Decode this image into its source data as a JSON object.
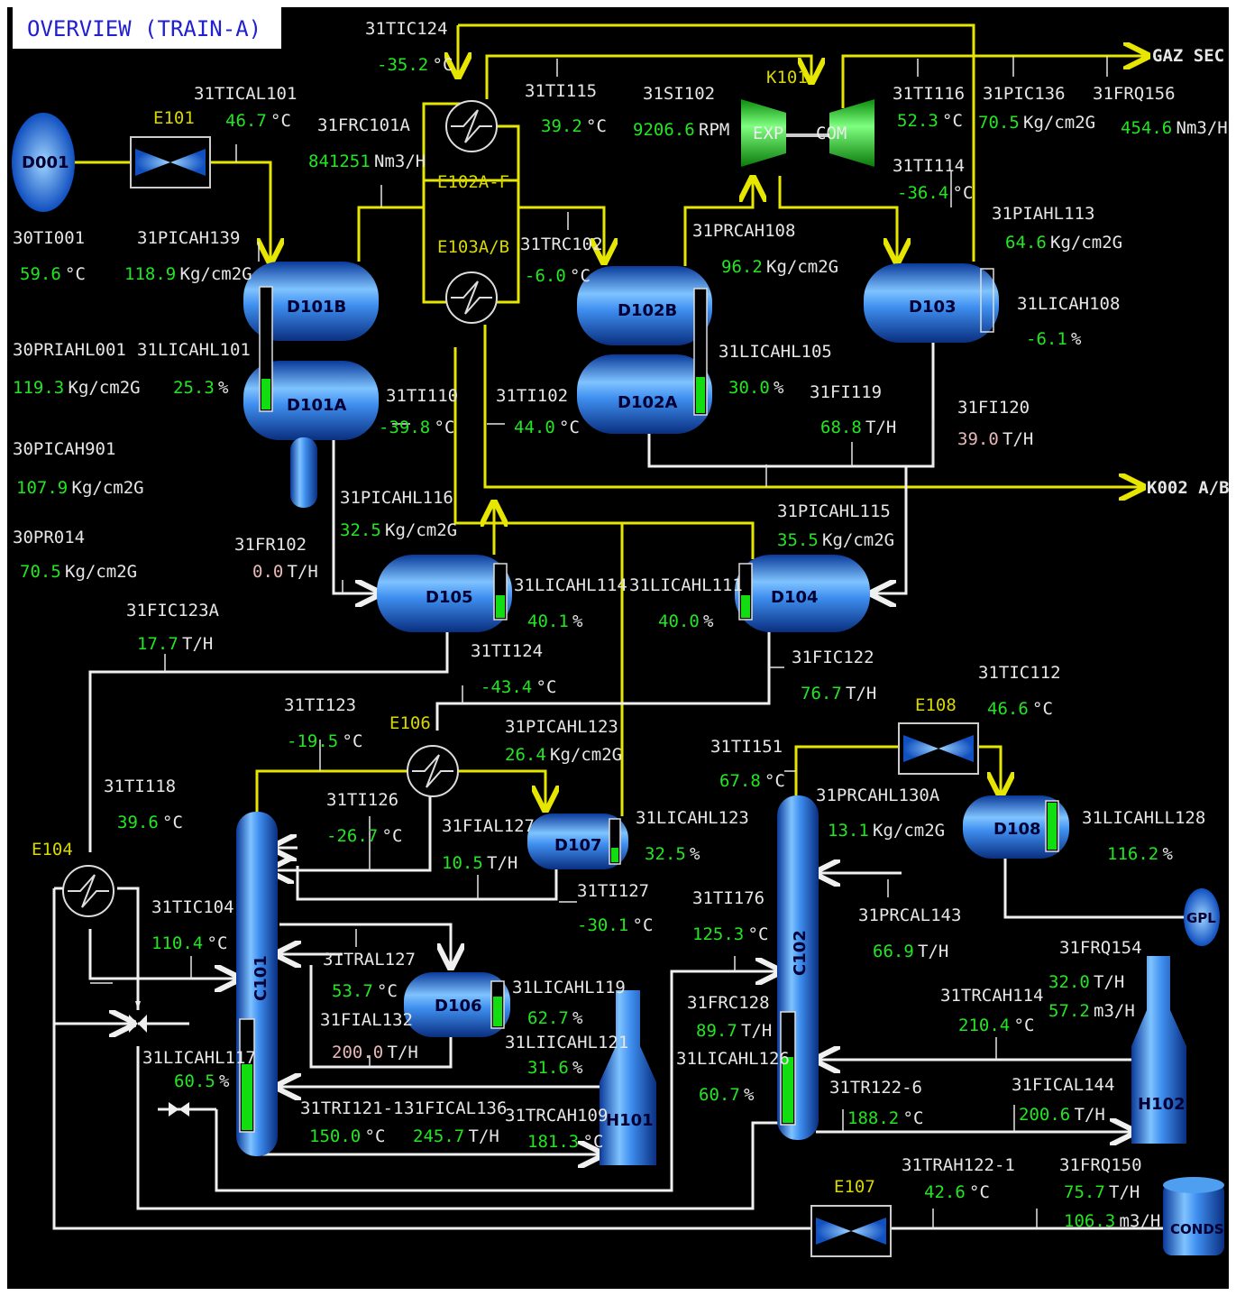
{
  "title": "OVERVIEW (TRAIN-A)",
  "equipment": {
    "D001": "D001",
    "E101": "E101",
    "D101B": "D101B",
    "D101A": "D101A",
    "E102": "E102A-F",
    "E103": "E103A/B",
    "D102B": "D102B",
    "D102A": "D102A",
    "K101": "K101",
    "EXP": "EXP",
    "COM": "COM",
    "D103": "D103",
    "D105": "D105",
    "D104": "D104",
    "E106": "E106",
    "D107": "D107",
    "E104": "E104",
    "C101": "C101",
    "D106": "D106",
    "H101": "H101",
    "E108": "E108",
    "D108": "D108",
    "C102": "C102",
    "GPL": "GPL",
    "H102": "H102",
    "E107": "E107",
    "CONDS": "CONDS"
  },
  "outlets": {
    "gaz_sec": "GAZ SEC",
    "k002": "K002 A/B"
  },
  "tags": {
    "ti124": {
      "tag": "31TIC124",
      "value": "-35.2",
      "unit": "°C"
    },
    "tical101": {
      "tag": "31TICAL101",
      "value": "46.7",
      "unit": "°C"
    },
    "frc101a": {
      "tag": "31FRC101A",
      "value": "841251",
      "unit": "Nm3/H"
    },
    "ti115": {
      "tag": "31TI115",
      "value": "39.2",
      "unit": "°C"
    },
    "si102": {
      "tag": "31SI102",
      "value": "9206.6",
      "unit": "RPM"
    },
    "ti116": {
      "tag": "31TI116",
      "value": "52.3",
      "unit": "°C"
    },
    "pic136": {
      "tag": "31PIC136",
      "value": "70.5",
      "unit": "Kg/cm2G"
    },
    "frq156": {
      "tag": "31FRQ156",
      "value": "454.6",
      "unit": "Nm3/H"
    },
    "ti114": {
      "tag": "31TI114",
      "value": "-36.4",
      "unit": "°C"
    },
    "ti001": {
      "tag": "30TI001",
      "value": "59.6",
      "unit": "°C"
    },
    "picah139": {
      "tag": "31PICAH139",
      "value": "118.9",
      "unit": "Kg/cm2G"
    },
    "trc102": {
      "tag": "31TRC102",
      "value": "-6.0",
      "unit": "°C"
    },
    "prcah108": {
      "tag": "31PRCAH108",
      "value": "96.2",
      "unit": "Kg/cm2G"
    },
    "piahl113": {
      "tag": "31PIAHL113",
      "value": "64.6",
      "unit": "Kg/cm2G"
    },
    "licah108": {
      "tag": "31LICAH108",
      "value": "-6.1",
      "unit": "%"
    },
    "priahl001": {
      "tag": "30PRIAHL001",
      "value": "119.3",
      "unit": "Kg/cm2G"
    },
    "licahl101": {
      "tag": "31LICAHL101",
      "value": "25.3",
      "unit": "%"
    },
    "licahl105": {
      "tag": "31LICAHL105",
      "value": "30.0",
      "unit": "%"
    },
    "ti110": {
      "tag": "31TI110",
      "value": "-39.8",
      "unit": "°C"
    },
    "ti102": {
      "tag": "31TI102",
      "value": "44.0",
      "unit": "°C"
    },
    "fi119": {
      "tag": "31FI119",
      "value": "68.8",
      "unit": "T/H"
    },
    "fi120": {
      "tag": "31FI120",
      "value": "39.0",
      "unit": "T/H"
    },
    "picah901": {
      "tag": "30PICAH901",
      "value": "107.9",
      "unit": "Kg/cm2G"
    },
    "picahl116": {
      "tag": "31PICAHL116",
      "value": "32.5",
      "unit": "Kg/cm2G"
    },
    "picahl115": {
      "tag": "31PICAHL115",
      "value": "35.5",
      "unit": "Kg/cm2G"
    },
    "pr014": {
      "tag": "30PR014",
      "value": "70.5",
      "unit": "Kg/cm2G"
    },
    "fr102": {
      "tag": "31FR102",
      "value": "0.0",
      "unit": "T/H"
    },
    "licahl114": {
      "tag": "31LICAHL114",
      "value": "40.1",
      "unit": "%"
    },
    "licahl111": {
      "tag": "31LICAHL111",
      "value": "40.0",
      "unit": "%"
    },
    "fic123a": {
      "tag": "31FIC123A",
      "value": "17.7",
      "unit": "T/H"
    },
    "ti124b": {
      "tag": "31TI124",
      "value": "-43.4",
      "unit": "°C"
    },
    "fic122": {
      "tag": "31FIC122",
      "value": "76.7",
      "unit": "T/H"
    },
    "ti123": {
      "tag": "31TI123",
      "value": "-19.5",
      "unit": "°C"
    },
    "picahl123": {
      "tag": "31PICAHL123",
      "value": "26.4",
      "unit": "Kg/cm2G"
    },
    "tic112": {
      "tag": "31TIC112",
      "value": "46.6",
      "unit": "°C"
    },
    "ti151": {
      "tag": "31TI151",
      "value": "67.8",
      "unit": "°C"
    },
    "ti118": {
      "tag": "31TI118",
      "value": "39.6",
      "unit": "°C"
    },
    "ti126": {
      "tag": "31TI126",
      "value": "-26.7",
      "unit": "°C"
    },
    "fial127": {
      "tag": "31FIAL127",
      "value": "10.5",
      "unit": "T/H"
    },
    "licahl123": {
      "tag": "31LICAHL123",
      "value": "32.5",
      "unit": "%"
    },
    "prcahl130a": {
      "tag": "31PRCAHL130A",
      "value": "13.1",
      "unit": "Kg/cm2G"
    },
    "licahll128": {
      "tag": "31LICAHLL128",
      "value": "116.2",
      "unit": "%"
    },
    "ti127": {
      "tag": "31TI127",
      "value": "-30.1",
      "unit": "°C"
    },
    "tic104": {
      "tag": "31TIC104",
      "value": "110.4",
      "unit": "°C"
    },
    "ti176": {
      "tag": "31TI176",
      "value": "125.3",
      "unit": "°C"
    },
    "prcal143": {
      "tag": "31PRCAL143",
      "value": "66.9",
      "unit": "T/H"
    },
    "trahl127": {
      "tag": "31TRAL127",
      "value": "53.7",
      "unit": "°C"
    },
    "licahl119": {
      "tag": "31LICAHL119",
      "value": "62.7",
      "unit": "%"
    },
    "frq154": {
      "tag": "31FRQ154",
      "value": "32.0",
      "unit": "T/H",
      "value2": "57.2",
      "unit2": "m3/H"
    },
    "fial132": {
      "tag": "31FIAL132",
      "value": "200.0",
      "unit": "T/H"
    },
    "frc128": {
      "tag": "31FRC128",
      "value": "89.7",
      "unit": "T/H"
    },
    "trcah114": {
      "tag": "31TRCAH114",
      "value": "210.4",
      "unit": "°C"
    },
    "licahl121": {
      "tag": "31LIICAHL121",
      "value": "31.6",
      "unit": "%"
    },
    "licahl126": {
      "tag": "31LICAHL126",
      "value": "60.7",
      "unit": "%"
    },
    "licahl117": {
      "tag": "31LICAHL117",
      "value": "60.5",
      "unit": "%"
    },
    "tr122_6": {
      "tag": "31TR122-6",
      "value": "188.2",
      "unit": "°C"
    },
    "fical144": {
      "tag": "31FICAL144",
      "value": "200.6",
      "unit": "T/H"
    },
    "tri121_1": {
      "tag": "31TRI121-1",
      "value": "150.0",
      "unit": "°C"
    },
    "fical136": {
      "tag": "31FICAL136",
      "value": "245.7",
      "unit": "T/H"
    },
    "trcah109": {
      "tag": "31TRCAH109",
      "value": "181.3",
      "unit": "°C"
    },
    "trah122_1": {
      "tag": "31TRAH122-1",
      "value": "42.6",
      "unit": "°C"
    },
    "frq150": {
      "tag": "31FRQ150",
      "value": "75.7",
      "unit": "T/H",
      "value2": "106.3",
      "unit2": "m3/H"
    }
  },
  "levels": {
    "D101A": 25.3,
    "D102A": 30.0,
    "D103": 0,
    "D105": 40.1,
    "D104": 40.0,
    "D107": 32.5,
    "D108": 100,
    "D106": 62.7,
    "C101": 60.5,
    "C102": 60.7
  },
  "colors": {
    "background": "#000000",
    "value_green": "#22e622",
    "tag_white": "#e6e6e6",
    "alarm_pink": "#e8b8b8",
    "line_yellow": "#e6e600",
    "line_white": "#f0f0f0",
    "vessel_blue": "#2a7fe0",
    "compressor_green": "#22d022"
  }
}
